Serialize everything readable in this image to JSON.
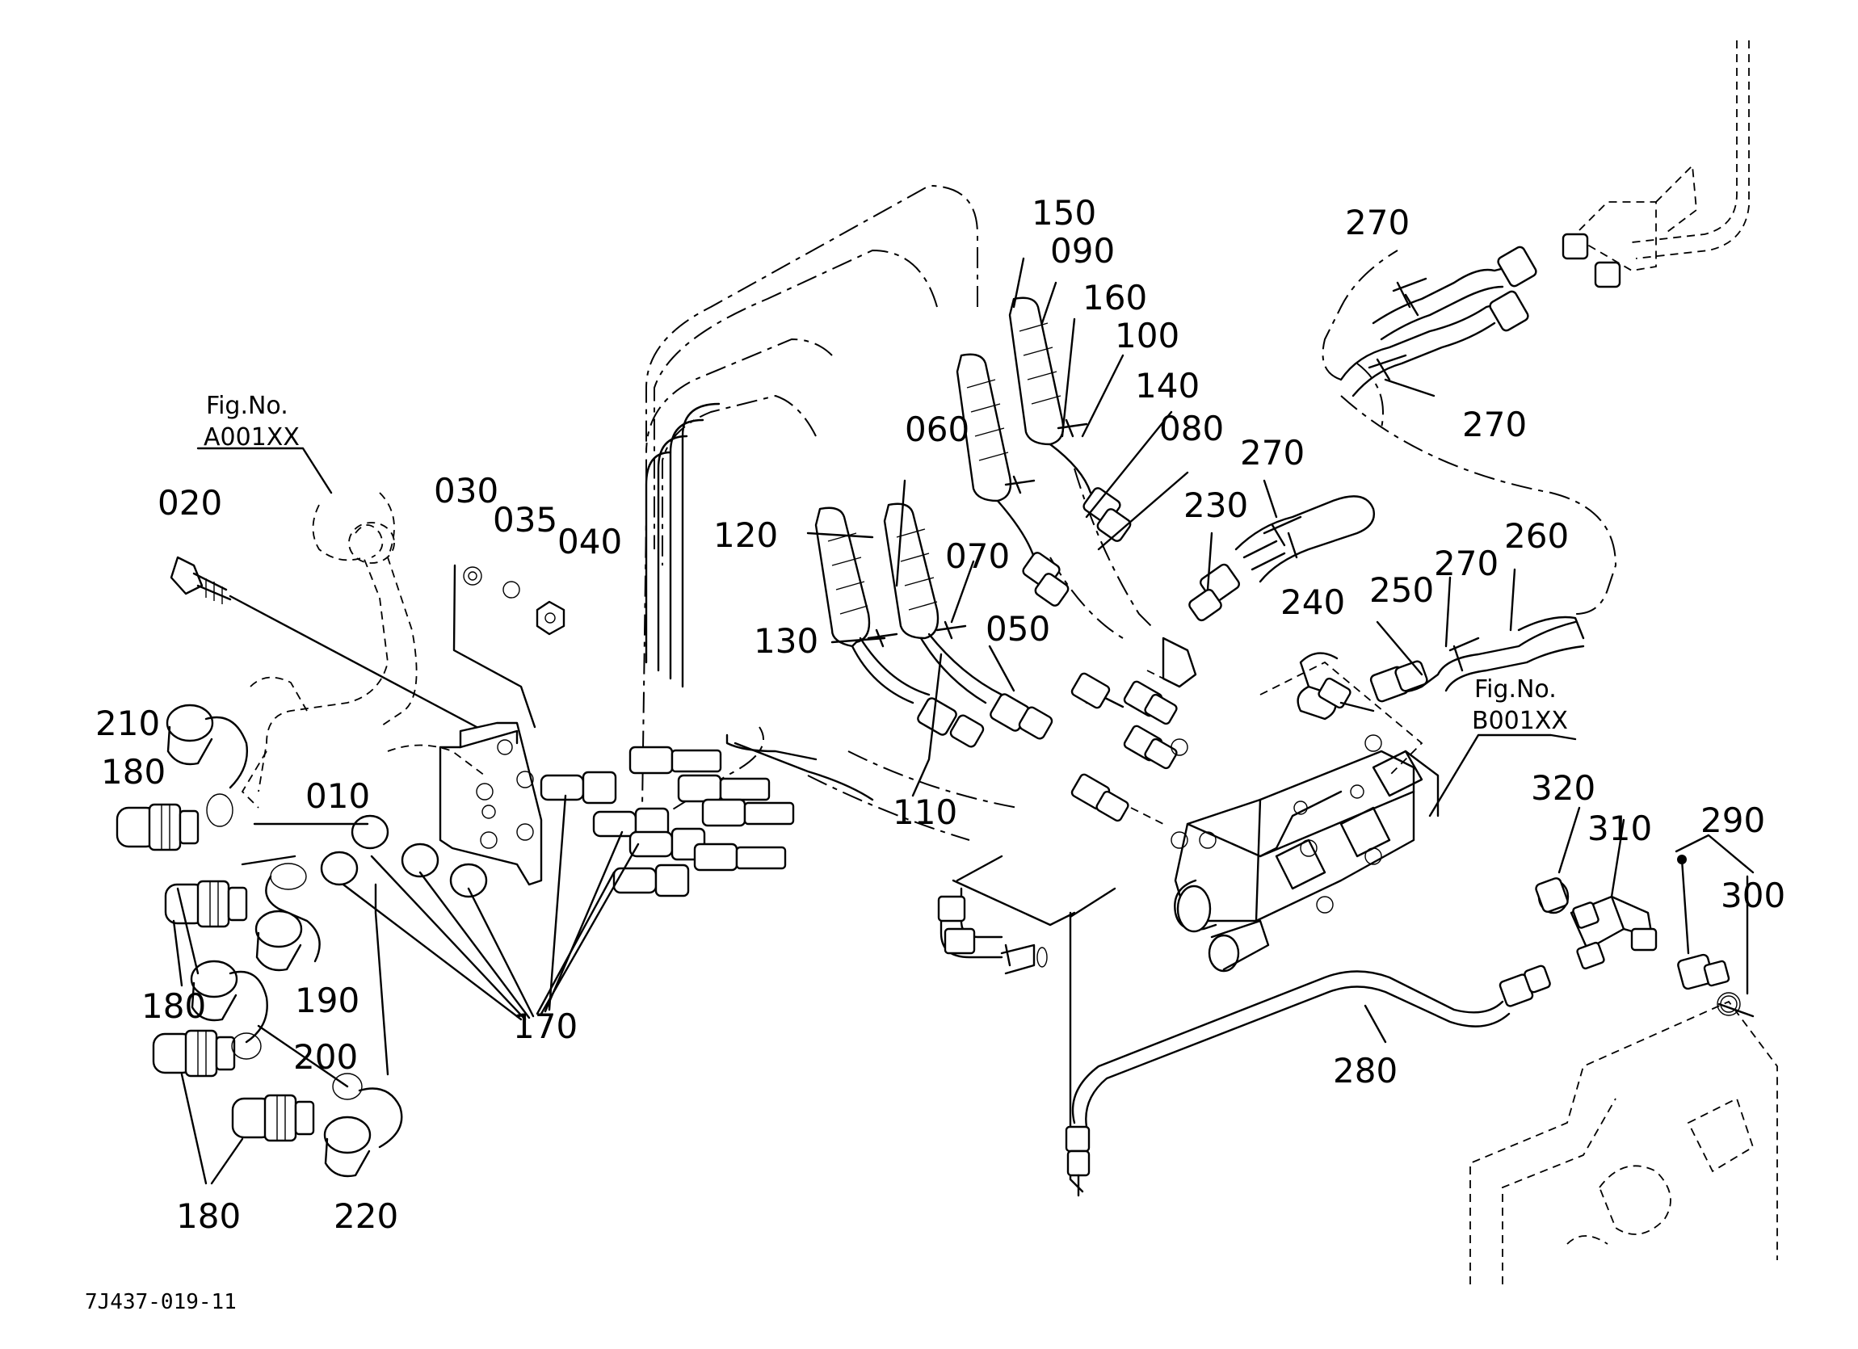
{
  "drawing_code": "7J437-019-11",
  "fig_refs": [
    {
      "label": "Fig.No.",
      "ref": "A001XX"
    },
    {
      "label": "Fig.No.",
      "ref": "B001XX"
    }
  ],
  "callouts": {
    "c010": "010",
    "c020": "020",
    "c030": "030",
    "c035": "035",
    "c040": "040",
    "c050": "050",
    "c060": "060",
    "c070": "070",
    "c080": "080",
    "c090": "090",
    "c100": "100",
    "c110": "110",
    "c120": "120",
    "c130": "130",
    "c140": "140",
    "c150": "150",
    "c160": "160",
    "c170": "170",
    "c180a": "180",
    "c180b": "180",
    "c180c": "180",
    "c190": "190",
    "c200": "200",
    "c210": "210",
    "c220": "220",
    "c230": "230",
    "c240": "240",
    "c250": "250",
    "c260": "260",
    "c270a": "270",
    "c270b": "270",
    "c270c": "270",
    "c270d": "270",
    "c280": "280",
    "c290": "290",
    "c300": "300",
    "c310": "310",
    "c320": "320"
  }
}
